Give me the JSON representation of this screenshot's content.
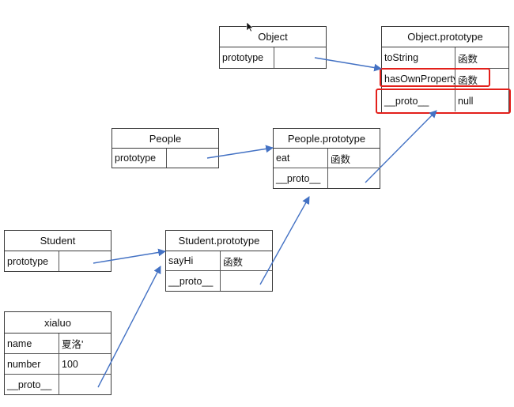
{
  "tables": {
    "object": {
      "title": "Object",
      "rows": [
        {
          "key": "prototype",
          "value": ""
        }
      ]
    },
    "object_prototype": {
      "title": "Object.prototype",
      "rows": [
        {
          "key": "toString",
          "value": "函数"
        },
        {
          "key": "hasOwnProperty",
          "value": "函数"
        },
        {
          "key": "__proto__",
          "value": "null"
        }
      ]
    },
    "people": {
      "title": "People",
      "rows": [
        {
          "key": "prototype",
          "value": ""
        }
      ]
    },
    "people_prototype": {
      "title": "People.prototype",
      "rows": [
        {
          "key": "eat",
          "value": "函数"
        },
        {
          "key": "__proto__",
          "value": ""
        }
      ]
    },
    "student": {
      "title": "Student",
      "rows": [
        {
          "key": "prototype",
          "value": ""
        }
      ]
    },
    "student_prototype": {
      "title": "Student.prototype",
      "rows": [
        {
          "key": "sayHi",
          "value": "函数"
        },
        {
          "key": "__proto__",
          "value": ""
        }
      ]
    },
    "xialuo": {
      "title": "xialuo",
      "rows": [
        {
          "key": "name",
          "value": "夏洛'"
        },
        {
          "key": "number",
          "value": "100"
        },
        {
          "key": "__proto__",
          "value": ""
        }
      ]
    }
  },
  "colors": {
    "arrow": "#4472c4",
    "highlight": "#e3201b",
    "border": "#3a3a3a"
  },
  "icons": {
    "cursor": "mouse-pointer-icon"
  }
}
